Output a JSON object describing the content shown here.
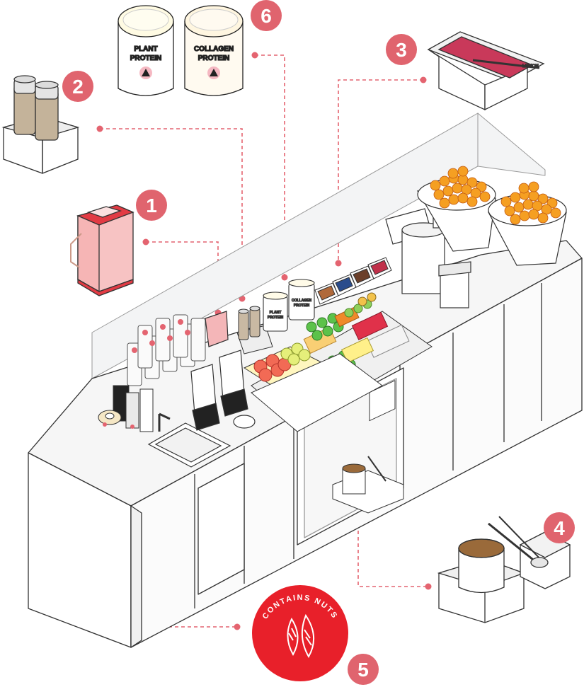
{
  "colors": {
    "accent": "#e46470",
    "callout_circle": "#e0646e",
    "nuts_badge": "#e8202a",
    "outline": "#333333",
    "counter_fill": "#f4f4f4",
    "glass": "#eef0f2"
  },
  "callouts": [
    {
      "number": "1"
    },
    {
      "number": "2"
    },
    {
      "number": "3"
    },
    {
      "number": "4"
    },
    {
      "number": "5"
    },
    {
      "number": "6"
    }
  ],
  "protein_tubs": {
    "plant": {
      "line1": "PLANT",
      "line2": "PROTEIN"
    },
    "collagen": {
      "line1": "COLLAGEN",
      "line2": "PROTEIN"
    }
  },
  "nuts_badge": {
    "text": "CONTAINS NUTS",
    "icon": "almond-icon"
  },
  "spatula_brand": "LEGION",
  "icons": [
    "blender-jar-icon",
    "syrup-bottles-icon",
    "sorbet-tray-icon",
    "sauce-pot-icon",
    "almond-icon",
    "protein-tub-icon"
  ]
}
